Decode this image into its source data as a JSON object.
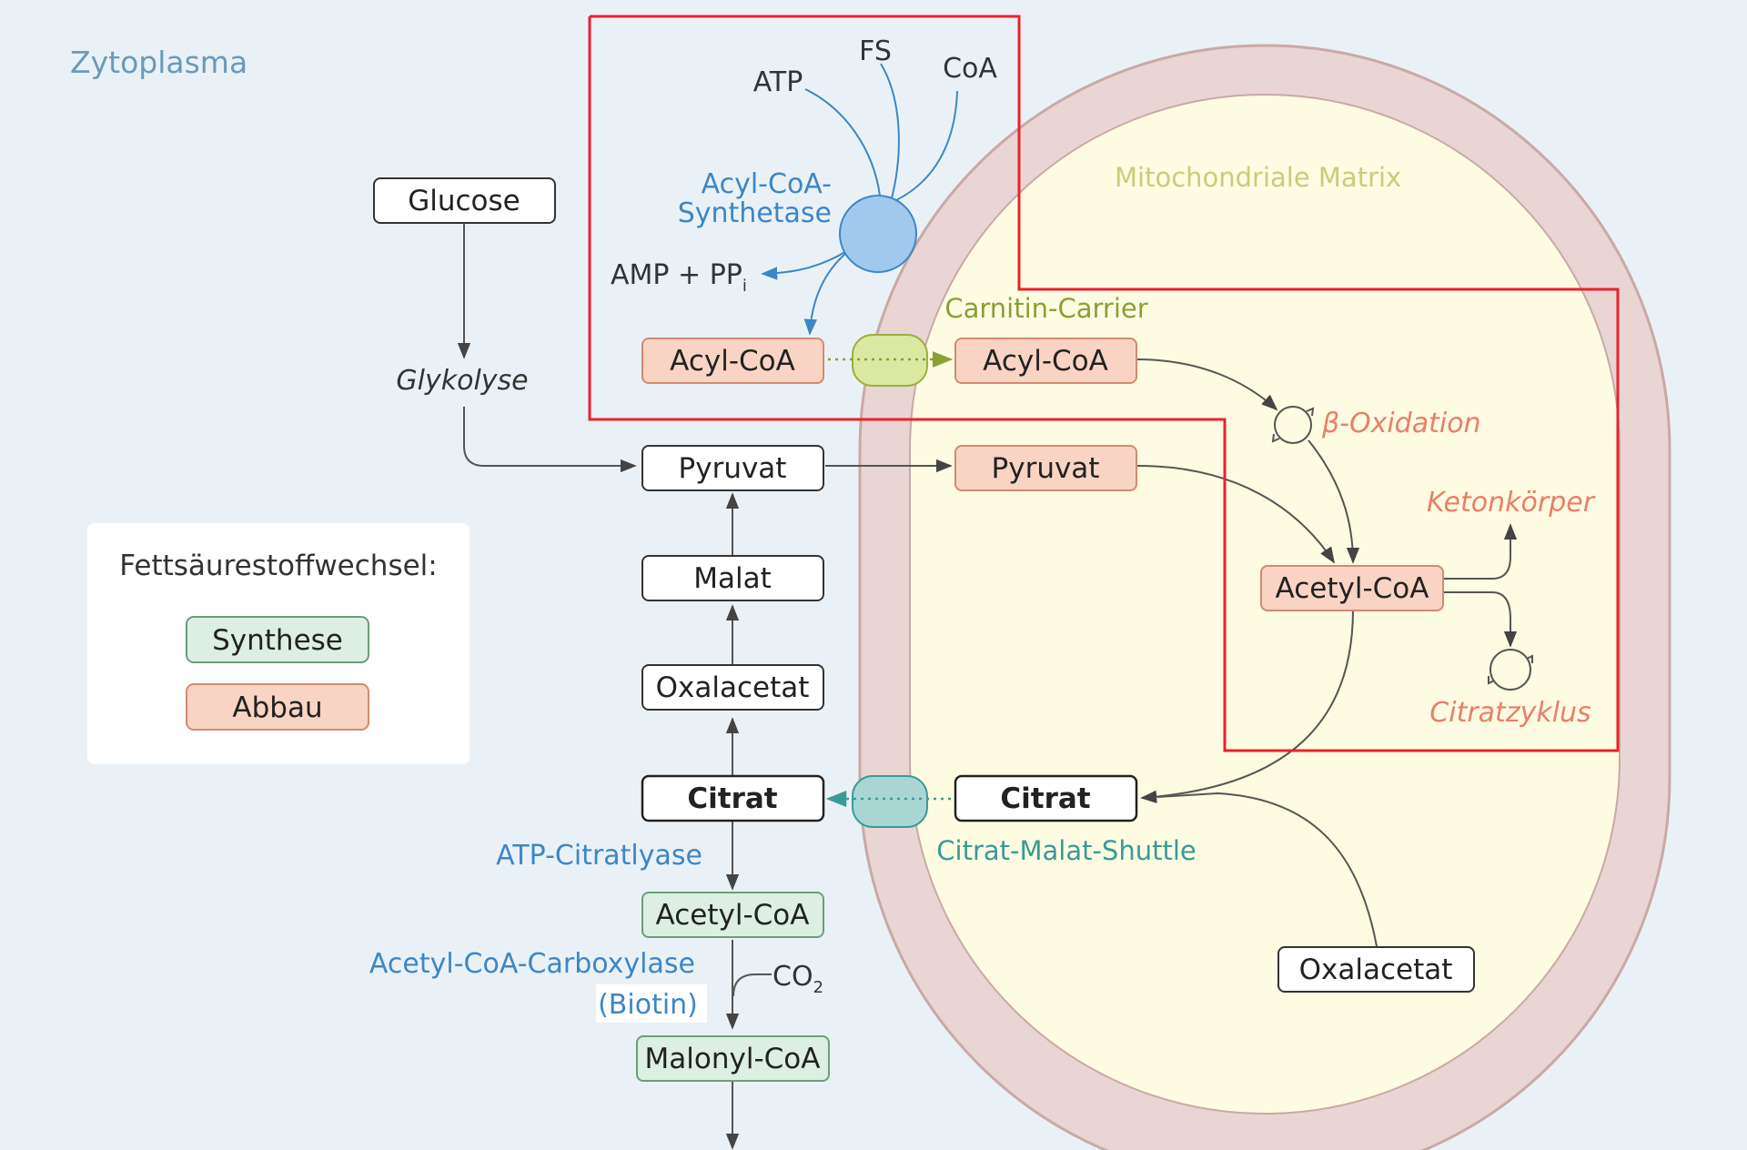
{
  "compartments": {
    "cytoplasm_label": "Zytoplasma",
    "matrix_label": "Mitochondriale Matrix"
  },
  "legend": {
    "title": "Fettsäurestoffwechsel:",
    "synthesis": "Synthese",
    "degradation": "Abbau"
  },
  "cytoplasm": {
    "glucose": "Glucose",
    "glycolysis": "Glykolyse",
    "atp": "ATP",
    "fs": "FS",
    "coa": "CoA",
    "acyl_coa_synthetase_line1": "Acyl-CoA-",
    "acyl_coa_synthetase_line2": "Synthetase",
    "amp_ppi": "AMP + PP",
    "amp_ppi_sub": "i",
    "acyl_coa": "Acyl-CoA",
    "pyruvat": "Pyruvat",
    "malat": "Malat",
    "oxalacetat": "Oxalacetat",
    "citrat": "Citrat",
    "atp_citratlyase": "ATP-Citratlyase",
    "acetyl_coa": "Acetyl-CoA",
    "acetyl_coa_carboxylase": "Acetyl-CoA-Carboxylase",
    "biotin": "(Biotin)",
    "co2": "CO",
    "co2_sub": "2",
    "malonyl_coa": "Malonyl-CoA"
  },
  "matrix": {
    "carnitin_carrier": "Carnitin-Carrier",
    "acyl_coa": "Acyl-CoA",
    "beta_oxidation": "β-Oxidation",
    "pyruvat": "Pyruvat",
    "ketonkoerper": "Ketonkörper",
    "acetyl_coa": "Acetyl-CoA",
    "citratzyklus": "Citratzyklus",
    "citrat": "Citrat",
    "citrat_malat_shuttle": "Citrat-Malat-Shuttle",
    "oxalacetat": "Oxalacetat"
  },
  "colors": {
    "background": "#eaf1f6",
    "matrix_fill": "#fdfbe1",
    "membrane": "#e9d5d3",
    "membrane_edge": "#c9a9a6",
    "synthesis_fill": "#dcefe2",
    "synthesis_stroke": "#6a9e78",
    "degradation_fill": "#f9d4c4",
    "degradation_stroke": "#d18a73",
    "enzyme_blue": "#3d86c6",
    "enzyme_circle": "#a1c9ee",
    "carrier_green": "#9bb03c",
    "carrier_fill": "#dbe8a2",
    "shuttle_teal": "#3a9a98",
    "shuttle_fill": "#a9d6d3",
    "degradation_text": "#e97f6a",
    "highlight_red": "#e8232f"
  }
}
